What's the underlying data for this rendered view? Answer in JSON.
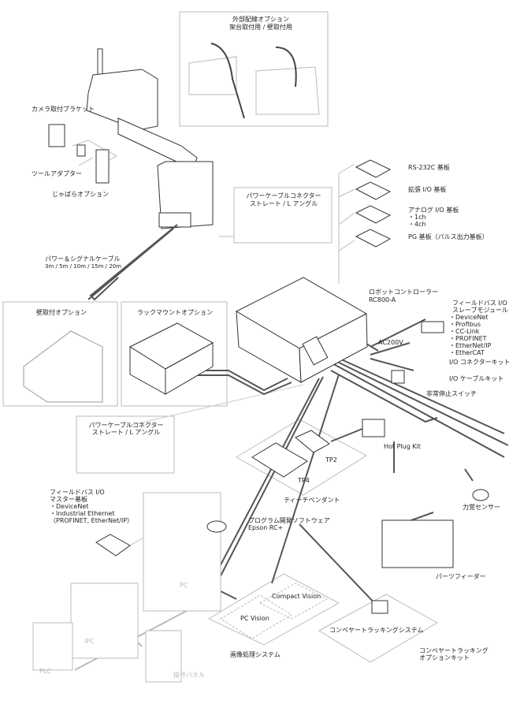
{
  "external_wiring": {
    "title_line1": "外部配線オプション",
    "title_line2": "架台取付用 / 壁取付用"
  },
  "robot_options": {
    "camera_bracket": "カメラ取付ブラケット",
    "tool_adapter": "ツールアダプター",
    "bellows": "じゃばらオプション"
  },
  "power_connector_top": {
    "line1": "パワーケーブルコネクター",
    "line2": "ストレート / L アングル"
  },
  "boards": [
    {
      "label": "RS-232C 基板"
    },
    {
      "label": "拡張 I/O 基板"
    },
    {
      "label": "アナログ I/O 基板",
      "sub": [
        "・1ch",
        "・4ch"
      ]
    },
    {
      "label": "PG 基板（パルス出力基板）"
    }
  ],
  "cable": {
    "label": "パワー＆シグナルケーブル",
    "lengths": "3m / 5m / 10m / 15m / 20m"
  },
  "controller": {
    "line1": "ロボットコントローラー",
    "line2": "RC800-A",
    "power": "AC200V"
  },
  "fieldbus_slave": {
    "line1": "フィールドバス I/O",
    "line2": "スレーブモジュール",
    "items": [
      "・DeviceNet",
      "・Profibus",
      "・CC-Link",
      "・PROFINET",
      "・EtherNet/IP",
      "・EtherCAT"
    ]
  },
  "io_connector_kit": "I/O コネクターキット",
  "io_cable_kit": "I/O ケーブルキット",
  "emergency_stop": "非常停止スイッチ",
  "wall_mount": "壁取付オプション",
  "rack_mount": "ラックマウントオプション",
  "power_connector_bottom": {
    "line1": "パワーケーブルコネクター",
    "line2": "ストレート / L アングル"
  },
  "teach_pendant": {
    "label": "ティーチペンダント",
    "tp2": "TP2",
    "tp4": "TP4"
  },
  "hot_plug": "Hot Plug Kit",
  "force_sensor": "力覚センサー",
  "fieldbus_master": {
    "line1": "フィールドバス I/O",
    "line2": "マスター基板",
    "items": [
      "・DeviceNet",
      "・Industrial Ethernet",
      "（PROFINET, EtherNet/IP）"
    ]
  },
  "software": {
    "line1": "プログラム開発ソフトウェア",
    "line2": "Epson RC+"
  },
  "pc": "PC",
  "parts_feeder": "パーツフィーダー",
  "vision": {
    "compact": "Compact Vision",
    "pc": "PC Vision",
    "label": "画像処理システム"
  },
  "conveyor": {
    "system": "コンベヤートラッキングシステム",
    "kit_line1": "コンベヤートラッキング",
    "kit_line2": "オプションキット"
  },
  "ipc": "IPC",
  "plc": "PLC",
  "operation_panel": "操作パネル"
}
